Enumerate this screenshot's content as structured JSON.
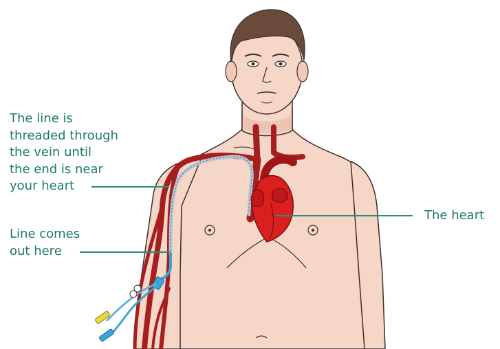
{
  "labels": {
    "threaded_text": "The line is\nthreaded through\nthe vein until\nthe end is near\nyour heart",
    "line_out_text": "Line comes\nout here",
    "heart_text": "The heart"
  },
  "colors": {
    "label_text": "#1a7a6b",
    "leader_line": "#2a8a78",
    "skin": "#f6d6c6",
    "skin_shadow": "#e7b8a6",
    "outline": "#3a2e2a",
    "hair": "#6a4a3a",
    "vein": "#a51f1f",
    "heart": "#d9201f",
    "heart_dark": "#a01515",
    "catheter": "#b9c7d8",
    "tube_blue": "#3aa6d8",
    "connector_yellow": "#f0d43a"
  }
}
